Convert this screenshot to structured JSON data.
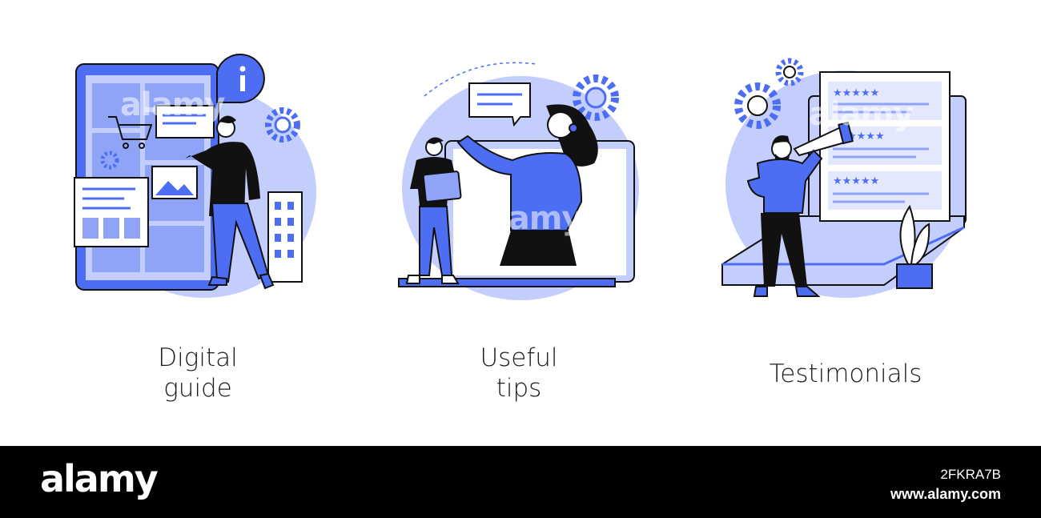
{
  "panels": [
    {
      "title_lines": [
        "Digital",
        "guide"
      ]
    },
    {
      "title_lines": [
        "Useful",
        "tips"
      ]
    },
    {
      "title_lines": [
        "Testimonials"
      ]
    }
  ],
  "watermark": {
    "text": "alamy"
  },
  "footer": {
    "brand": "alamy",
    "image_id": "2FKRA7B",
    "url": "www.alamy.com"
  },
  "colors": {
    "accent": "#4d6ef2",
    "accent_light": "#c3cefc",
    "outline": "#111111",
    "background": "#ffffff",
    "footer_bg": "#000000"
  },
  "icons": [
    "info-icon",
    "shopping-cart-icon",
    "gear-icon",
    "image-icon",
    "speech-bubble-icon",
    "headset-icon",
    "telescope-icon",
    "star-rating-icon",
    "potted-plant-icon"
  ]
}
